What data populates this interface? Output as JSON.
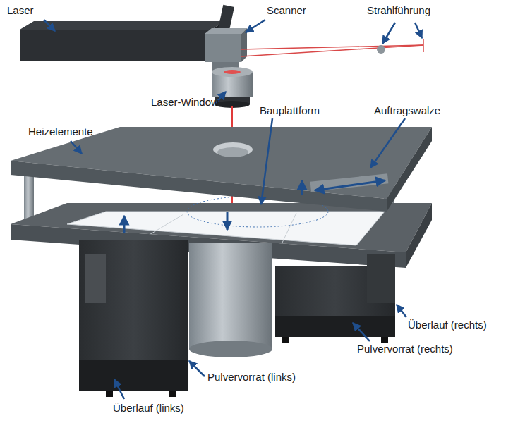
{
  "diagram": {
    "labels": [
      "Laser",
      "Scanner",
      "Strahlführung",
      "Laser-Window",
      "Bauplattform",
      "Auftragswalze",
      "Heizelemente",
      "Überlauf (rechts)",
      "Pulvervorrat (rechts)",
      "Pulvervorrat (links)",
      "Überlauf (links)"
    ]
  }
}
